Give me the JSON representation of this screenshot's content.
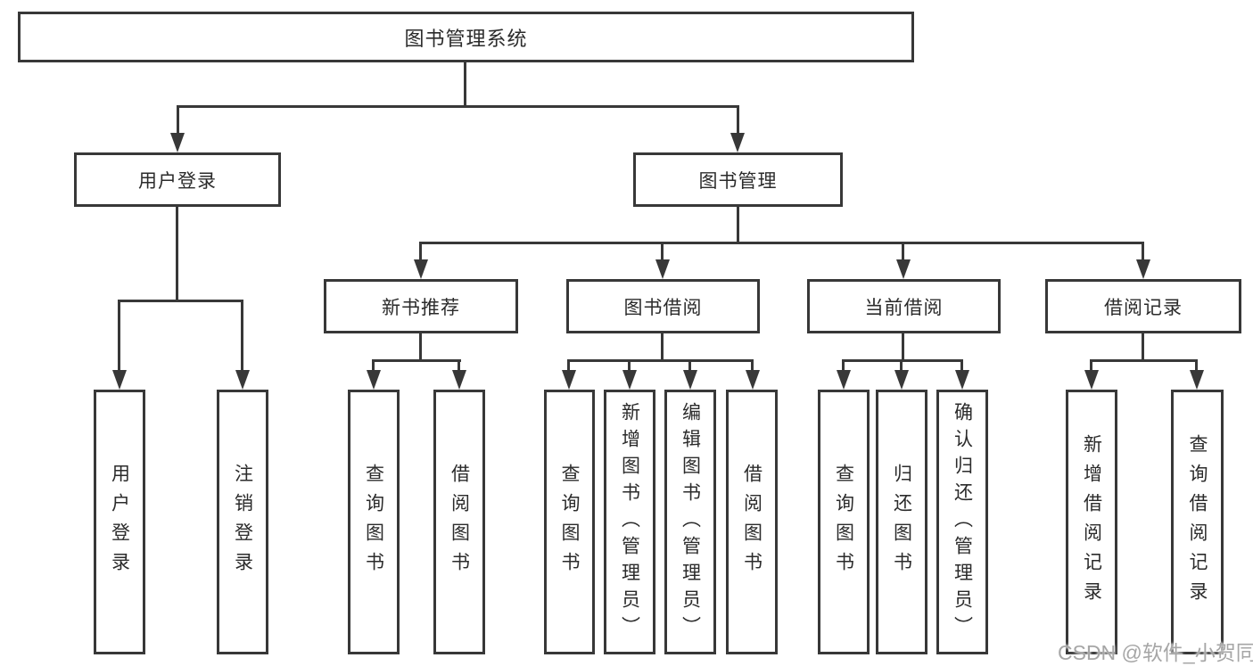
{
  "root": {
    "label": "图书管理系统"
  },
  "level2": [
    {
      "id": "user-login",
      "label": "用户登录"
    },
    {
      "id": "book-management",
      "label": "图书管理"
    }
  ],
  "level3": [
    {
      "id": "new-book-recommend",
      "label": "新书推荐"
    },
    {
      "id": "book-borrow",
      "label": "图书借阅"
    },
    {
      "id": "current-borrow",
      "label": "当前借阅"
    },
    {
      "id": "borrow-records",
      "label": "借阅记录"
    }
  ],
  "leaves": [
    {
      "group": "用户登录",
      "label": "用户登录"
    },
    {
      "group": "用户登录",
      "label": "注销登录"
    },
    {
      "group": "新书推荐",
      "label": "查询图书"
    },
    {
      "group": "新书推荐",
      "label": "借阅图书"
    },
    {
      "group": "图书借阅",
      "label": "查询图书"
    },
    {
      "group": "图书借阅",
      "label": "新增图书（管理员）"
    },
    {
      "group": "图书借阅",
      "label": "编辑图书（管理员）"
    },
    {
      "group": "图书借阅",
      "label": "借阅图书"
    },
    {
      "group": "当前借阅",
      "label": "查询图书"
    },
    {
      "group": "当前借阅",
      "label": "归还图书"
    },
    {
      "group": "当前借阅",
      "label": "确认归还（管理员）"
    },
    {
      "group": "借阅记录",
      "label": "新增借阅记录"
    },
    {
      "group": "借阅记录",
      "label": "查询借阅记录"
    }
  ],
  "watermark": {
    "text": "CSDN @软件_小贺同学"
  },
  "colors": {
    "line": "#383838",
    "text": "#2b2b2b",
    "watermark": "#a6a6a6",
    "background": "#ffffff"
  }
}
